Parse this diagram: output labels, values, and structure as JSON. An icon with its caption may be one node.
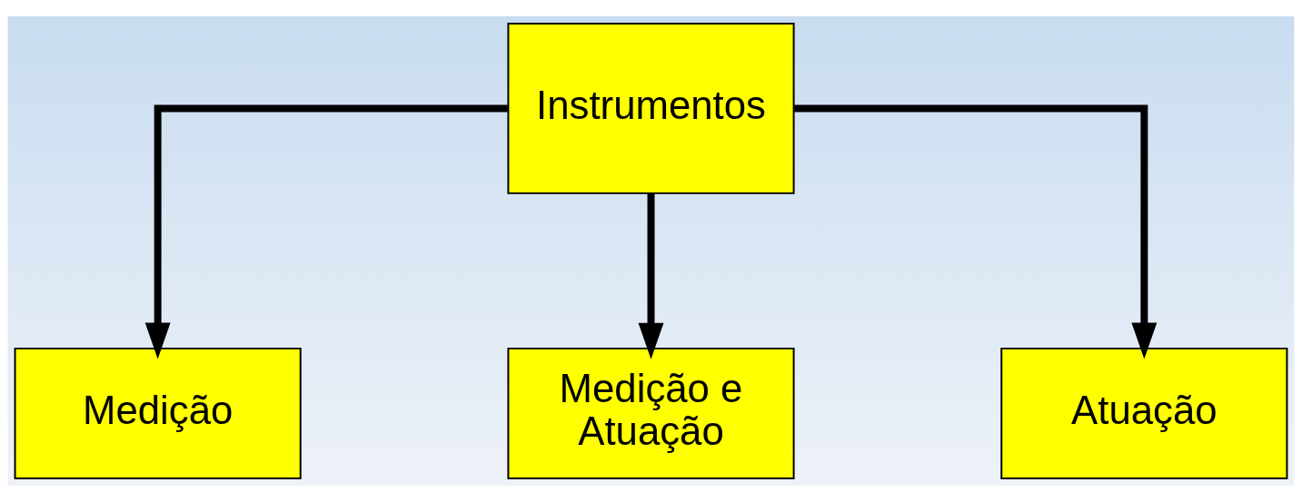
{
  "diagram": {
    "nodes": [
      {
        "text": [
          "Instrumentos"
        ]
      },
      {
        "text": [
          "Medição"
        ]
      },
      {
        "text": [
          "Medição e Atuação"
        ]
      },
      {
        "text": [
          "Atuação"
        ]
      }
    ],
    "edges": [
      {
        "from": 0,
        "to": 1,
        "arrow": "to"
      },
      {
        "from": 0,
        "to": 2,
        "arrow": "to"
      },
      {
        "from": 0,
        "to": 3,
        "arrow": "to"
      }
    ]
  }
}
